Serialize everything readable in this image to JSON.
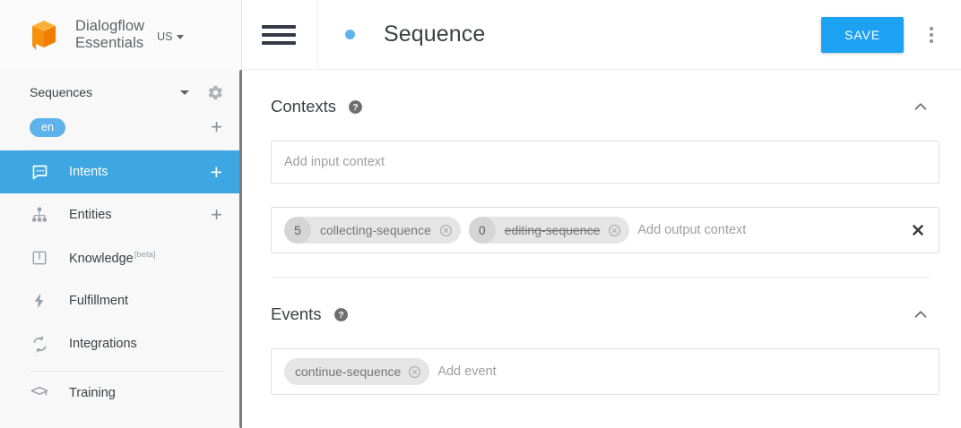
{
  "brand": {
    "logo_icon": "dialogflow-cube-logo",
    "name_line1": "Dialogflow",
    "name_line2": "Essentials",
    "region": "US",
    "region_caret_icon": "caret-down-icon",
    "colors": {
      "logo_orange": "#f4900c",
      "logo_orange_light": "#fbb03b"
    }
  },
  "sidebar": {
    "agent": {
      "name": "Sequences",
      "caret_icon": "caret-down-icon",
      "settings_icon": "gear-icon"
    },
    "language": {
      "chip": "en",
      "add_icon": "plus-icon"
    },
    "nav_items": [
      {
        "label": "Intents",
        "icon": "intents-chat-bubble-icon",
        "active": true,
        "trailing": "plus-icon",
        "beta": ""
      },
      {
        "label": "Entities",
        "icon": "entities-hierarchy-icon",
        "active": false,
        "trailing": "plus-icon",
        "beta": ""
      },
      {
        "label": "Knowledge",
        "icon": "knowledge-book-icon",
        "active": false,
        "trailing": "",
        "beta": "[beta]"
      },
      {
        "label": "Fulfillment",
        "icon": "fulfillment-bolt-icon",
        "active": false,
        "trailing": "",
        "beta": ""
      },
      {
        "label": "Integrations",
        "icon": "integrations-sync-icon",
        "active": false,
        "trailing": "",
        "beta": ""
      },
      {
        "label": "Training",
        "icon": "training-graduation-cap-icon",
        "active": false,
        "trailing": "",
        "beta": ""
      }
    ],
    "scrollbar": {
      "name": "sidebar-scrollbar",
      "color": "#7c7c7c"
    },
    "active_color": "#3ea6e0"
  },
  "topbar": {
    "menu_icon": "hamburger-menu-icon",
    "status_dot_icon": "status-dot-icon",
    "title": "Sequence",
    "save_label": "SAVE",
    "save_color": "#1da1f2",
    "more_icon": "kebab-menu-icon"
  },
  "contexts": {
    "title": "Contexts",
    "help_icon": "help-question-icon",
    "collapse_icon": "chevron-up-icon",
    "input_placeholder": "Add input context",
    "output_placeholder": "Add output context",
    "clear_icon": "clear-all-x-icon",
    "output_chips": [
      {
        "count": "5",
        "label": "collecting-sequence",
        "struck": false,
        "remove_icon": "chip-remove-icon"
      },
      {
        "count": "0",
        "label": "editing-sequence",
        "struck": true,
        "remove_icon": "chip-remove-icon"
      }
    ]
  },
  "events": {
    "title": "Events",
    "help_icon": "help-question-icon",
    "collapse_icon": "chevron-up-icon",
    "placeholder": "Add event",
    "chips": [
      {
        "label": "continue-sequence",
        "remove_icon": "chip-remove-icon"
      }
    ]
  }
}
